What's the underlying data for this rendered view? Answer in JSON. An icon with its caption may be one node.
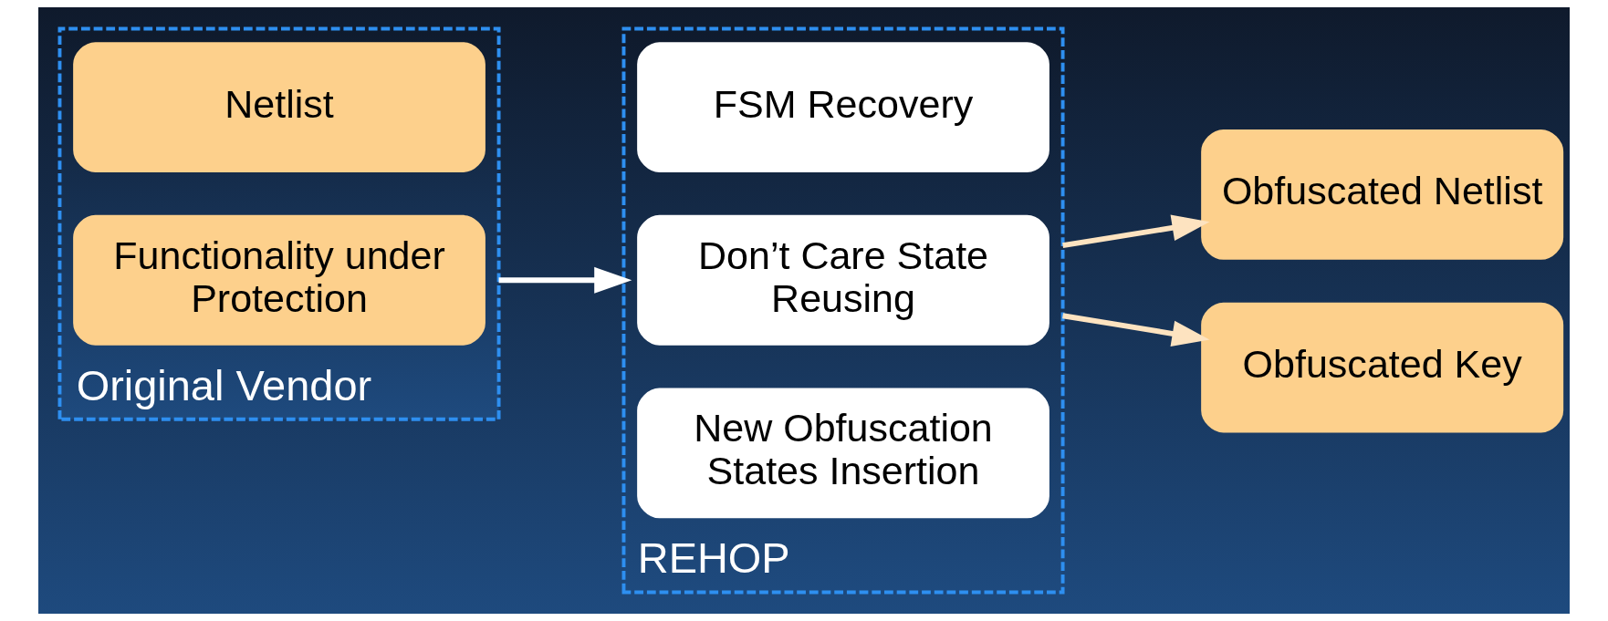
{
  "diagram": {
    "nodes": [
      {
        "text": [
          "Original Vendor"
        ]
      },
      {
        "text": [
          "Netlist"
        ],
        "in": 0
      },
      {
        "text": [
          "Functionality under Protection"
        ],
        "in": 0
      },
      {
        "text": [
          "REHOP"
        ]
      },
      {
        "text": [
          "FSM Recovery"
        ],
        "in": 3
      },
      {
        "text": [
          "Don’t Care State Reusing"
        ],
        "in": 3
      },
      {
        "text": [
          "New Obfuscation States Insertion"
        ],
        "in": 3
      },
      {
        "text": [
          "Obfuscated Netlist"
        ]
      },
      {
        "text": [
          "Obfuscated Key"
        ]
      }
    ],
    "edges": [
      {
        "from": 0,
        "to": 3,
        "arrow": "to",
        "color": "#ffffff"
      },
      {
        "from": 3,
        "to": 7,
        "arrow": "to",
        "color": "#fde3c0"
      },
      {
        "from": 3,
        "to": 8,
        "arrow": "to",
        "color": "#fde3c0"
      }
    ]
  }
}
